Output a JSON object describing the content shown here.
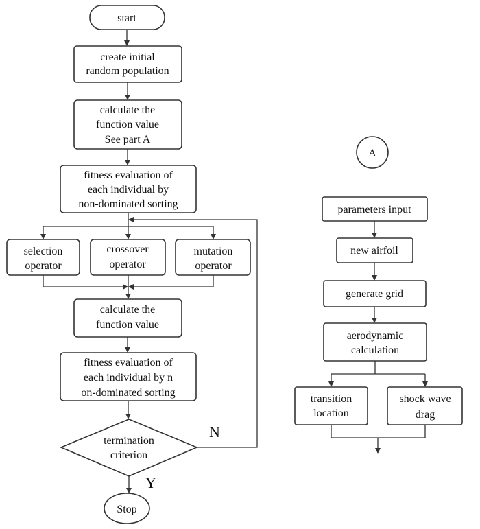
{
  "main_flow": {
    "start": "start",
    "create_population": [
      "create initial",
      "random population"
    ],
    "calc_value_1": [
      "calculate the",
      "function value",
      "See part A"
    ],
    "fitness_1": [
      "fitness evaluation of",
      "each individual by",
      "non-dominated sorting"
    ],
    "selection": [
      "selection",
      "operator"
    ],
    "crossover": [
      "crossover",
      "operator"
    ],
    "mutation": [
      "mutation",
      "operator"
    ],
    "calc_value_2": [
      "calculate the",
      "function value"
    ],
    "fitness_2": [
      "fitness evaluation of",
      "each individual by n",
      "on-dominated sorting"
    ],
    "termination": [
      "termination",
      "criterion"
    ],
    "label_no": "N",
    "label_yes": "Y",
    "stop": "Stop"
  },
  "part_a": {
    "connector": "A",
    "parameters_input": "parameters input",
    "new_airfoil": "new airfoil",
    "generate_grid": "generate grid",
    "aerodynamic": [
      "aerodynamic",
      "calculation"
    ],
    "transition": [
      "transition",
      "location"
    ],
    "shock_wave": [
      "shock wave",
      "drag"
    ]
  },
  "colors": {
    "stroke": "#333333",
    "text": "#111111",
    "fill": "#ffffff"
  }
}
